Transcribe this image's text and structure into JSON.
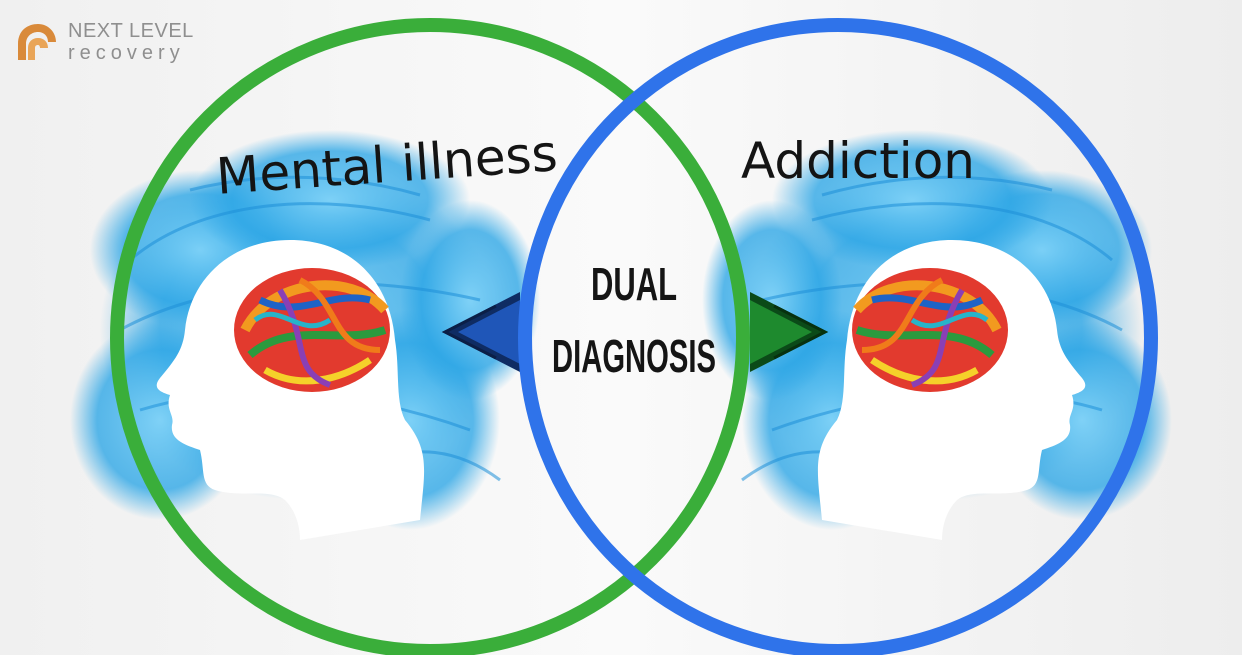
{
  "logo": {
    "line1": "NEXT LEVEL",
    "line2": "recovery"
  },
  "labels": {
    "left": "Mental illness",
    "right": "Addiction",
    "center_line1": "DUAL",
    "center_line2": "DIAGNOSIS"
  },
  "colors": {
    "left_circle": "#3aae3a",
    "right_circle": "#2f73ea",
    "left_arrow": "#1f56b8",
    "right_arrow": "#1e8a2e",
    "splash": "#2fa7e6",
    "logo_icon": "#d98a3a"
  },
  "icons": {
    "logo": "arch-logo-icon",
    "left_head": "head-profile-icon",
    "right_head": "head-profile-icon",
    "brain": "scribble-brain-icon"
  }
}
